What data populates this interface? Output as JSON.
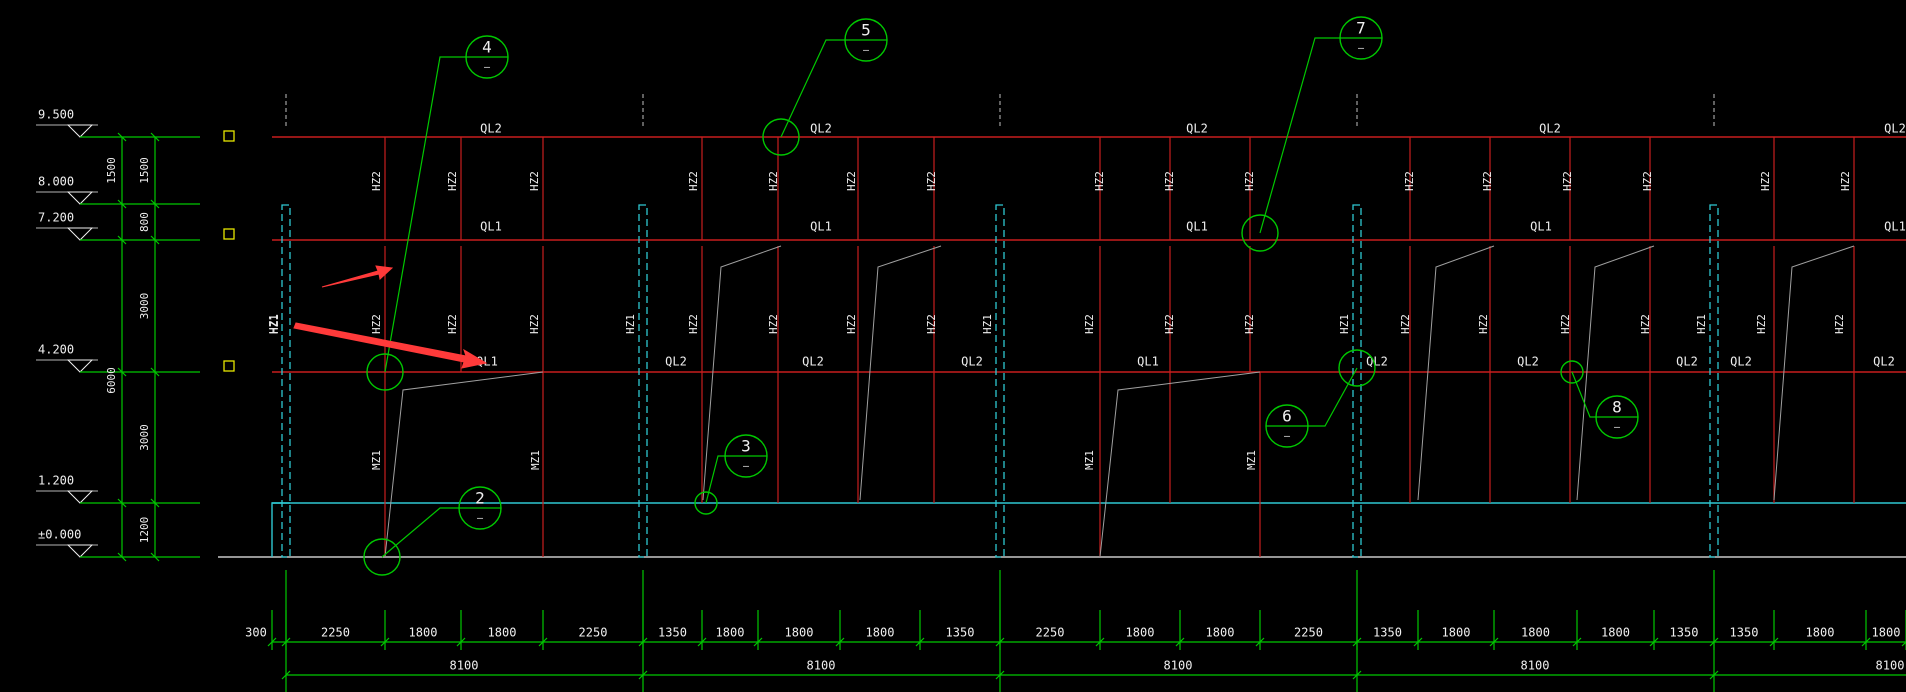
{
  "colors": {
    "background": "#000000",
    "beam_red": "#c81e1e",
    "dim_green": "#00c800",
    "text_white": "#f0f0f0",
    "column_cyan": "#2fc8d2",
    "marker_yellow": "#e6e600",
    "arrow_red": "#ff3a3a",
    "grey_brace": "#a0a0a0"
  },
  "elevations": [
    "9.500",
    "8.000",
    "7.200",
    "4.200",
    "1.200",
    "±0.000"
  ],
  "vertical_dims": {
    "inner": [
      "1500",
      "800",
      "3000",
      "3000",
      "1200"
    ],
    "outer": [
      "1500",
      "6000"
    ]
  },
  "beam_labels": {
    "top": [
      "QL2",
      "QL2",
      "QL2",
      "QL2",
      "QL2"
    ],
    "upper": [
      "QL1",
      "QL1",
      "QL1",
      "QL1",
      "QL1"
    ],
    "middle": [
      "QL1",
      "QL2",
      "QL2",
      "QL2",
      "QL1",
      "QL2",
      "QL2",
      "QL2",
      "QL2",
      "QL2"
    ]
  },
  "column_labels": {
    "hz1": "HZ1",
    "hz2": "HZ2",
    "mz1": "MZ1"
  },
  "callouts": [
    {
      "num": "4",
      "sub": "—"
    },
    {
      "num": "5",
      "sub": "—"
    },
    {
      "num": "7",
      "sub": "—"
    },
    {
      "num": "3",
      "sub": "—"
    },
    {
      "num": "2",
      "sub": "—"
    },
    {
      "num": "6",
      "sub": "—"
    },
    {
      "num": "8",
      "sub": "—"
    }
  ],
  "bottom_dims": {
    "sub": [
      "300",
      "2250",
      "1800",
      "1800",
      "2250",
      "1350",
      "1800",
      "1800",
      "1800",
      "1350",
      "2250",
      "1800",
      "1800",
      "2250",
      "1350",
      "1800",
      "1800",
      "1800",
      "1350",
      "1350",
      "1800",
      "1800"
    ],
    "bay": [
      "8100",
      "8100",
      "8100",
      "8100",
      "8100"
    ]
  }
}
